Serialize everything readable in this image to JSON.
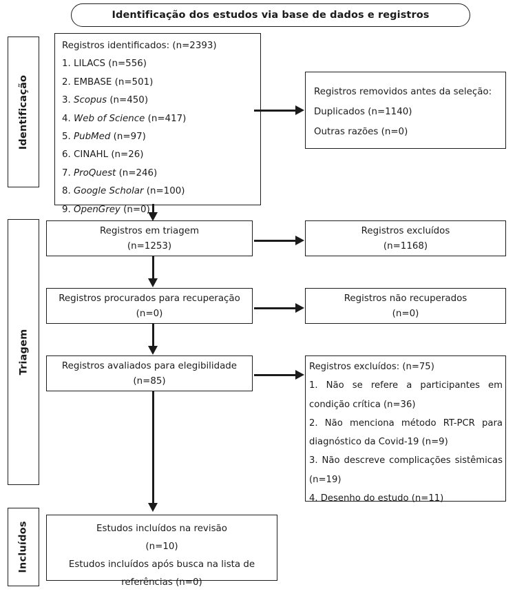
{
  "banner": {
    "title": "Identificação dos estudos via base de dados e registros"
  },
  "phases": {
    "identification": "Identificação",
    "screening": "Triagem",
    "included": "Incluídos"
  },
  "identification": {
    "records_identified": {
      "heading": "Registros identificados: (n=2393)",
      "sources": [
        {
          "index": "1.",
          "name": "LILACS",
          "italic": false,
          "count": "(n=556)"
        },
        {
          "index": "2.",
          "name": "EMBASE",
          "italic": false,
          "count": "(n=501)"
        },
        {
          "index": "3.",
          "name": "Scopus",
          "italic": true,
          "count": "(n=450)"
        },
        {
          "index": "4.",
          "name": "Web of Science",
          "italic": true,
          "count": "(n=417)"
        },
        {
          "index": "5.",
          "name": "PubMed",
          "italic": true,
          "count": "(n=97)"
        },
        {
          "index": "6.",
          "name": "CINAHL",
          "italic": false,
          "count": "(n=26)"
        },
        {
          "index": "7.",
          "name": "ProQuest",
          "italic": true,
          "count": "(n=246)"
        },
        {
          "index": "8.",
          "name": "Google Scholar",
          "italic": true,
          "count": "(n=100)"
        },
        {
          "index": "9.",
          "name": "OpenGrey",
          "italic": true,
          "count": "(n=0)"
        }
      ]
    },
    "records_removed": {
      "heading": "Registros removidos antes da seleção:",
      "lines": [
        "Duplicados (n=1140)",
        "Outras razões (n=0)"
      ]
    }
  },
  "screening": {
    "records_screened": {
      "label": "Registros em triagem",
      "count": "(n=1253)"
    },
    "records_excluded": {
      "label": "Registros excluídos",
      "count": "(n=1168)"
    },
    "records_sought": {
      "label": "Registros procurados para recuperação",
      "count": "(n=0)"
    },
    "records_not_retrieved": {
      "label": "Registros não recuperados",
      "count": "(n=0)"
    },
    "records_assessed": {
      "label": "Registros avaliados para elegibilidade",
      "count": "(n=85)"
    },
    "records_excluded_reasons": {
      "heading": "Registros excluídos: (n=75)",
      "reasons": [
        "1. Não se refere a participantes em condição crítica (n=36)",
        "2. Não menciona método RT-PCR para diagnóstico da Covid-19 (n=9)",
        "3. Não descreve complicações sistêmicas (n=19)",
        "4. Desenho do estudo (n=11)"
      ]
    }
  },
  "included": {
    "studies_in_review": {
      "label": "Estudos incluídos na revisão",
      "count": "(n=10)"
    },
    "studies_from_references": {
      "label": "Estudos incluídos após busca na lista de referências (n=0)"
    }
  },
  "colors": {
    "stroke": "#1b1b1b",
    "background": "#ffffff"
  }
}
